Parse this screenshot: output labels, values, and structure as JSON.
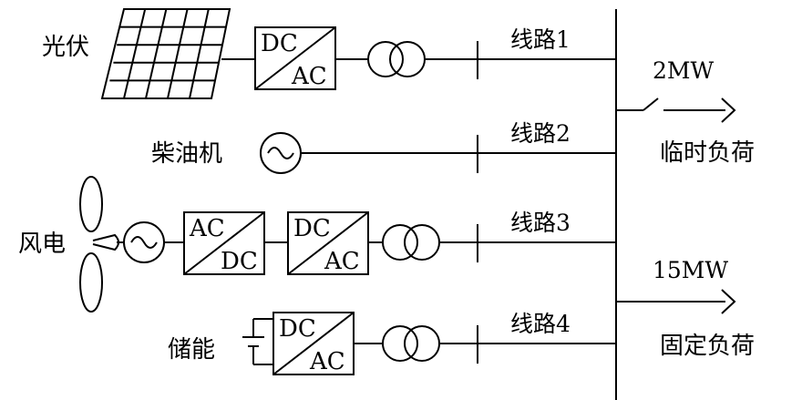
{
  "sources": {
    "pv": "光伏",
    "diesel": "柴油机",
    "wind": "风电",
    "storage": "储能"
  },
  "converters": {
    "pv_dcac": {
      "top": "DC",
      "bottom": "AC"
    },
    "wind_acdc": {
      "top": "AC",
      "bottom": "DC"
    },
    "wind_dcac": {
      "top": "DC",
      "bottom": "AC"
    },
    "storage_dcac": {
      "top": "DC",
      "bottom": "AC"
    }
  },
  "lines": [
    "线路1",
    "线路2",
    "线路3",
    "线路4"
  ],
  "loads": {
    "temporary": {
      "power": "2MW",
      "label": "临时负荷"
    },
    "fixed": {
      "power": "15MW",
      "label": "固定负荷"
    }
  }
}
